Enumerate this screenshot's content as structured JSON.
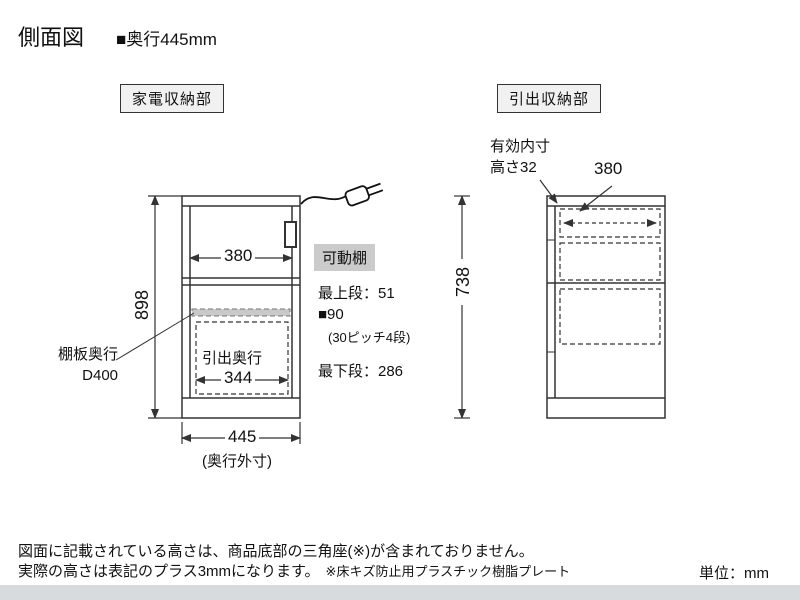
{
  "header": {
    "title": "側面図",
    "depth_note": "■奥行445mm"
  },
  "sections": {
    "appliance": "家電収納部",
    "drawer": "引出収納部"
  },
  "left_diagram": {
    "inner_width": "380",
    "movable_shelf": "可動棚",
    "top_shelf_pos": "最上段：51",
    "pitch": "■90",
    "pitch_note": "(30ピッチ4段)",
    "bottom_shelf_pos": "最下段：286",
    "total_height": "898",
    "right_height": "738",
    "shelf_depth_label": "棚板奥行",
    "shelf_depth_value": "D400",
    "drawer_depth_label": "引出奥行",
    "drawer_depth_value": "344",
    "outer_depth": "445",
    "outer_depth_note": "(奥行外寸)"
  },
  "right_diagram": {
    "inner_clearance_label": "有効内寸",
    "inner_clearance_value": "高さ32",
    "inner_width": "380"
  },
  "footer": {
    "note1": "図面に記載されている高さは、商品底部の三角座(※)が含まれておりません。",
    "note2": "実際の高さは表記のプラス3mmになります。",
    "note2_sub": "※床キズ防止用プラスチック樹脂プレート",
    "unit": "単位：mm"
  },
  "colors": {
    "line": "#333333",
    "shelf_fill": "#c9c9c9",
    "label_bg": "#cbcbcb",
    "footer_bar": "#d7dbde"
  }
}
